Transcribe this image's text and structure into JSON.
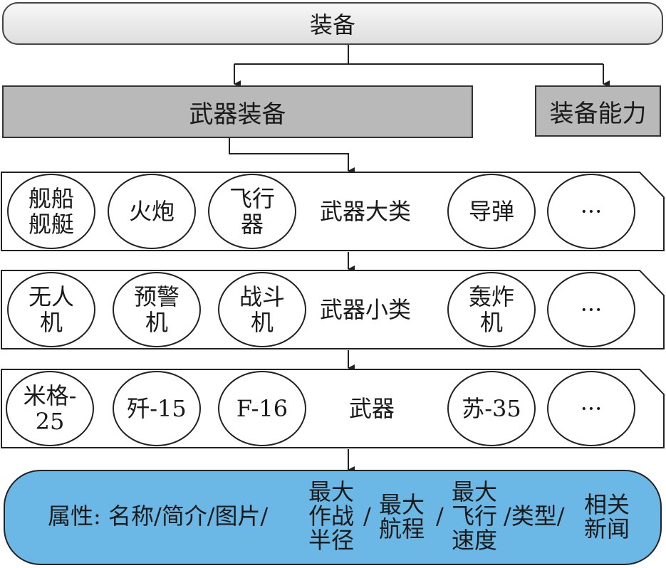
{
  "top": {
    "label": "装备"
  },
  "level1": {
    "weapons": "武器装备",
    "capability": "装备能力"
  },
  "rows": [
    {
      "label": "武器大类",
      "items": [
        [
          "舰船",
          "舰艇"
        ],
        [
          "火炮"
        ],
        [
          "飞行",
          "器"
        ],
        [
          "导弹"
        ],
        [
          "···"
        ]
      ]
    },
    {
      "label": "武器小类",
      "items": [
        [
          "无人",
          "机"
        ],
        [
          "预警",
          "机"
        ],
        [
          "战斗",
          "机"
        ],
        [
          "轰炸",
          "机"
        ],
        [
          "···"
        ]
      ]
    },
    {
      "label": "武器",
      "items": [
        [
          "米格-",
          "25"
        ],
        [
          "歼-15"
        ],
        [
          "F-16"
        ],
        [
          "苏-35"
        ],
        [
          "···"
        ]
      ]
    }
  ],
  "attributes": {
    "prefix": "属性: 名称/简介/图片/",
    "combat_radius": [
      "最大",
      "作战",
      "半径"
    ],
    "max_range": [
      "最大",
      "航程"
    ],
    "max_speed": [
      "最大",
      "飞行",
      "速度"
    ],
    "type": "/类型/",
    "news": [
      "相关",
      "新闻"
    ],
    "separator": "/"
  },
  "colors": {
    "level1_fill": "#b9b9b9",
    "attribute_fill": "#6bb8e6",
    "top_fill": "#e8e8e8"
  }
}
